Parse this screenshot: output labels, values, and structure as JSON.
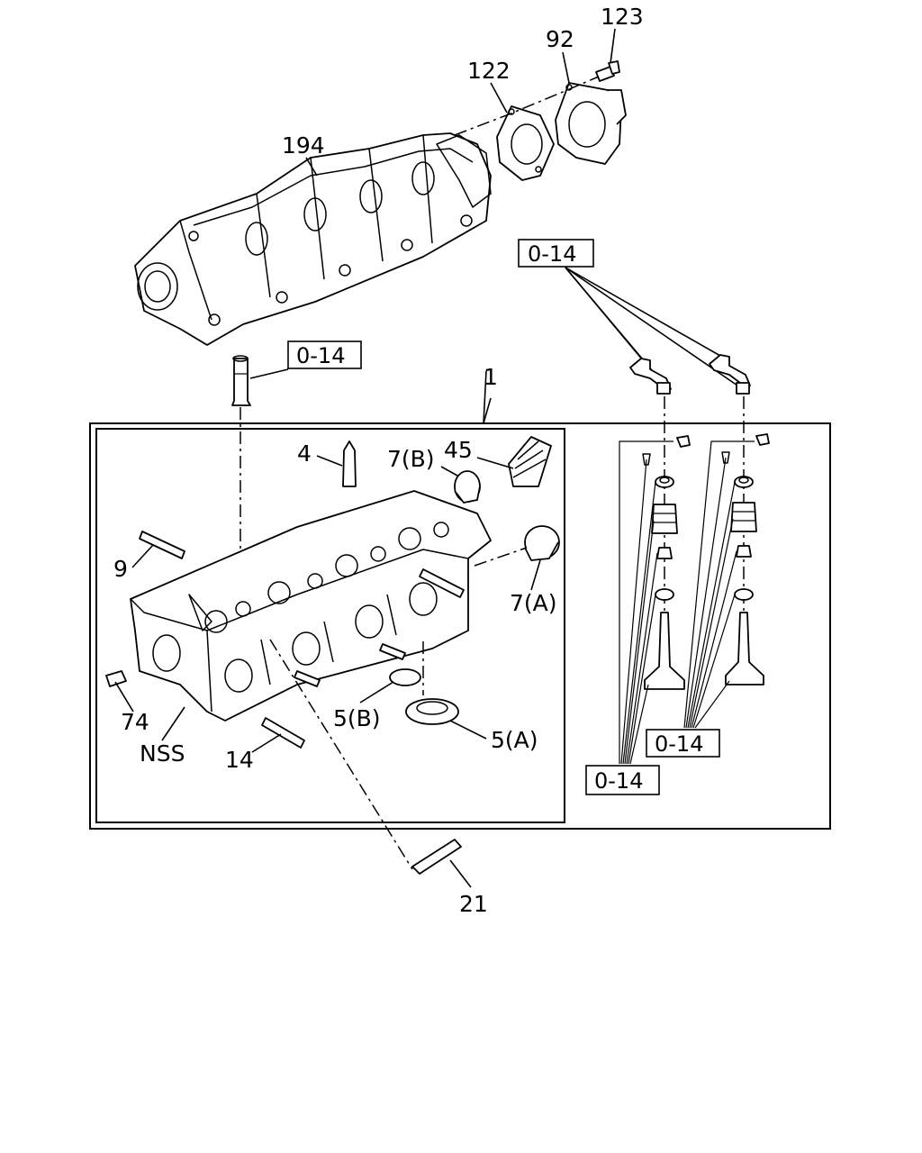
{
  "callouts": {
    "p123": "123",
    "p92": "92",
    "p122": "122",
    "p194": "194",
    "p1": "1",
    "p4": "4",
    "p7b": "7(B)",
    "p45": "45",
    "p9": "9",
    "p7a": "7(A)",
    "p74": "74",
    "pnss": "NSS",
    "p5b": "5(B)",
    "p5a": "5(A)",
    "p14": "14",
    "p21": "21"
  },
  "refs": {
    "r1": "0-14",
    "r2": "0-14",
    "r3": "0-14",
    "r4": "0-14"
  }
}
